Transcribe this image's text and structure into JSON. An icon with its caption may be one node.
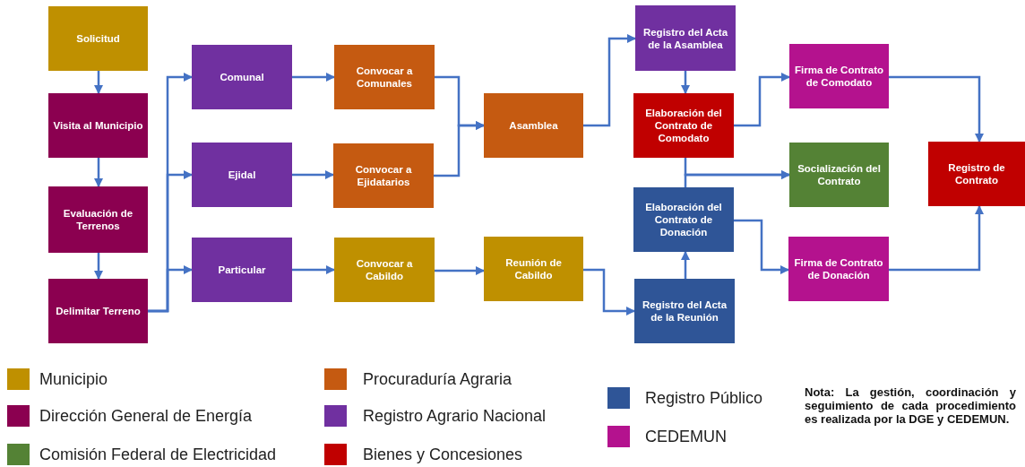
{
  "diagram": {
    "nodes": [
      {
        "text": [
          "Solicitud"
        ]
      },
      {
        "text": [
          "Visita al Municipio"
        ]
      },
      {
        "text": [
          "Evaluación de Terrenos"
        ]
      },
      {
        "text": [
          "Delimitar Terreno"
        ]
      },
      {
        "text": [
          "Comunal"
        ]
      },
      {
        "text": [
          "Ejidal"
        ]
      },
      {
        "text": [
          "Particular"
        ]
      },
      {
        "text": [
          "Convocar a Comunales"
        ]
      },
      {
        "text": [
          "Convocar a Ejidatarios"
        ]
      },
      {
        "text": [
          "Convocar a Cabildo"
        ]
      },
      {
        "text": [
          "Asamblea"
        ]
      },
      {
        "text": [
          "Reunión de Cabildo"
        ]
      },
      {
        "text": [
          "Registro del Acta de la Asamblea"
        ]
      },
      {
        "text": [
          "Elaboración del Contrato de Comodato"
        ]
      },
      {
        "text": [
          "Elaboración del Contrato de Donación"
        ]
      },
      {
        "text": [
          "Registro del Acta de la Reunión"
        ]
      },
      {
        "text": [
          "Firma de Contrato de Comodato"
        ]
      },
      {
        "text": [
          "Socialización del Contrato"
        ]
      },
      {
        "text": [
          "Firma de Contrato de Donación"
        ]
      },
      {
        "text": [
          "Registro de Contrato"
        ]
      }
    ],
    "edges": [
      {
        "from": 0,
        "to": 1,
        "arrow": "to"
      },
      {
        "from": 1,
        "to": 2,
        "arrow": "to"
      },
      {
        "from": 2,
        "to": 3,
        "arrow": "to"
      },
      {
        "from": 3,
        "to": 4,
        "arrow": "to"
      },
      {
        "from": 3,
        "to": 5,
        "arrow": "to"
      },
      {
        "from": 3,
        "to": 6,
        "arrow": "to"
      },
      {
        "from": 4,
        "to": 7,
        "arrow": "to"
      },
      {
        "from": 5,
        "to": 8,
        "arrow": "to"
      },
      {
        "from": 6,
        "to": 9,
        "arrow": "to"
      },
      {
        "from": 7,
        "to": 10,
        "arrow": "to"
      },
      {
        "from": 8,
        "to": 10,
        "arrow": "to"
      },
      {
        "from": 9,
        "to": 11,
        "arrow": "to"
      },
      {
        "from": 10,
        "to": 12,
        "arrow": "to"
      },
      {
        "from": 11,
        "to": 15,
        "arrow": "to"
      },
      {
        "from": 12,
        "to": 13,
        "arrow": "to"
      },
      {
        "from": 15,
        "to": 14,
        "arrow": "to"
      },
      {
        "from": 13,
        "to": 16,
        "arrow": "to"
      },
      {
        "from": 13,
        "to": 17,
        "arrow": "to"
      },
      {
        "from": 14,
        "to": 17,
        "arrow": "to"
      },
      {
        "from": 14,
        "to": 18,
        "arrow": "to"
      },
      {
        "from": 16,
        "to": 19,
        "arrow": "to"
      },
      {
        "from": 18,
        "to": 19,
        "arrow": "to"
      }
    ],
    "labels": [
      "Nota: La gestión, coordinación y seguimiento de cada procedimiento es realizada por la DGE y CEDEMUN."
    ],
    "legend": [
      {
        "text": "Municipio",
        "color": "#bf9000"
      },
      {
        "text": "Dirección General de Energía",
        "color": "#8b0050"
      },
      {
        "text": "Comisión Federal de Electricidad",
        "color": "#548235"
      },
      {
        "text": "Procuraduría Agraria",
        "color": "#c55a11"
      },
      {
        "text": "Registro Agrario Nacional",
        "color": "#7030a0"
      },
      {
        "text": "Bienes y Concesiones",
        "color": "#c00000"
      },
      {
        "text": "Registro Público",
        "color": "#2f5597"
      },
      {
        "text": "CEDEMUN",
        "color": "#b4128e"
      }
    ]
  }
}
